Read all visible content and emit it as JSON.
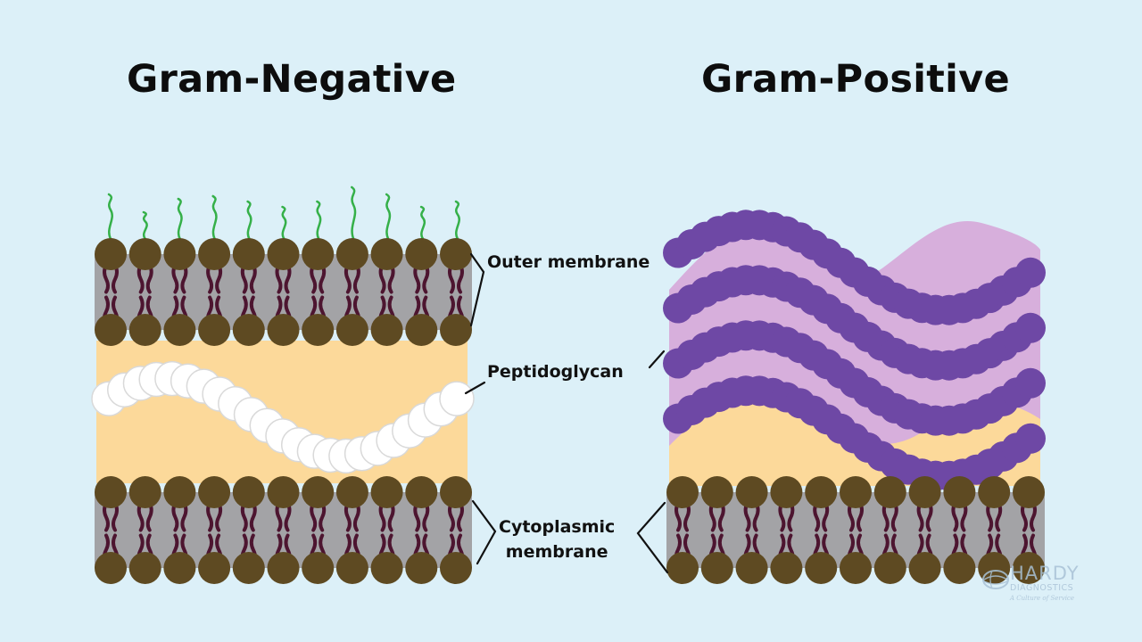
{
  "titles": {
    "gram_negative": "Gram-Negative",
    "gram_positive": "Gram-Positive"
  },
  "labels": {
    "outer_membrane": "Outer membrane",
    "peptidoglycan": "Peptidoglycan",
    "cytoplasmic_line1": "Cytoplasmic",
    "cytoplasmic_line2": "membrane"
  },
  "logo": {
    "brand": "HARDY",
    "sub": "DIAGNOSTICS",
    "tagline": "A Culture of Service"
  },
  "colors": {
    "background": "#dcf0f8",
    "lipid_head": "#5e4a22",
    "membrane_core": "#a3a3a6",
    "lipid_tail": "#4d1530",
    "peptidoglycan_layer": "#fcd99a",
    "peptidoglycan_chain_negative": "#ffffff",
    "peptidoglycan_chain_positive": "#6e48a5",
    "teichoic_band": "#d7afdc",
    "lps_strand": "#35b049",
    "bracket": "#111111"
  },
  "icons": [
    "hardy-globe-icon"
  ]
}
